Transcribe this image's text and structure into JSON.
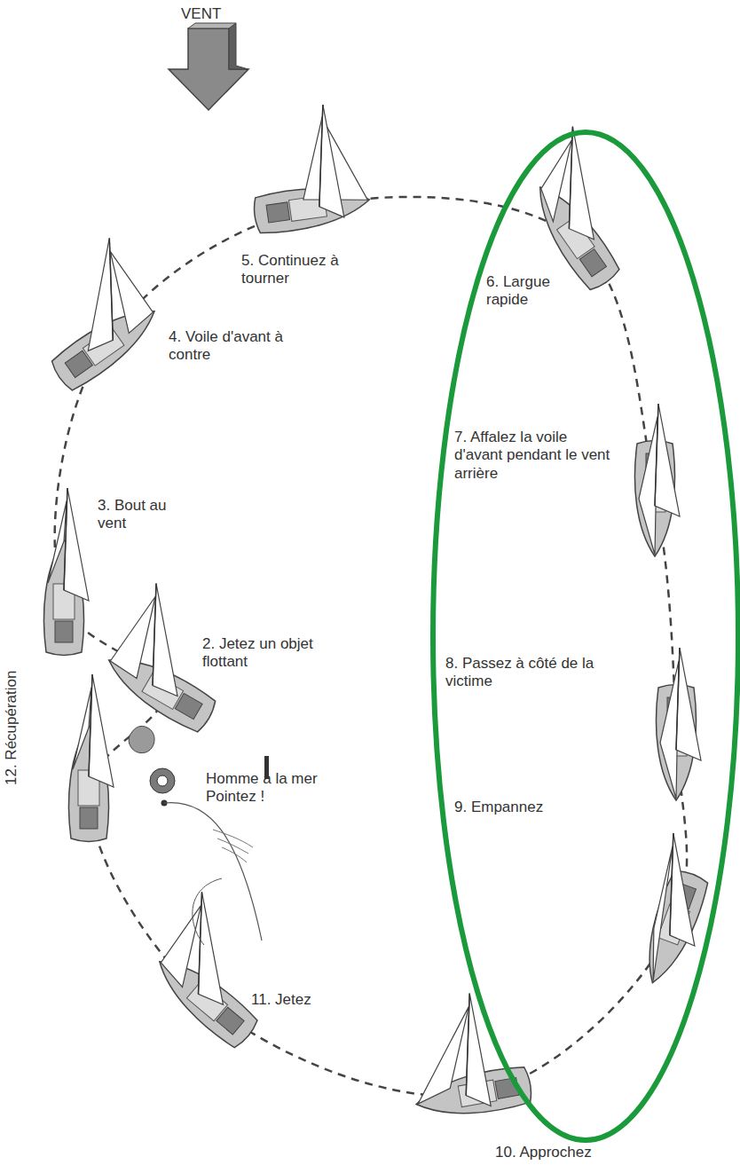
{
  "diagram": {
    "labels": [
      "VENT",
      "5. Continuez à tourner",
      "4. Voile d'avant à contre",
      "3. Bout au vent",
      "2. Jetez un objet flottant",
      "Homme à la mer Pointez !",
      "6. Largue rapide",
      "7. Affalez la voile d'avant pendant le vent arrière",
      "8. Passez à côté de la victime",
      "9. Empannez",
      "10. Approchez",
      "11. Jetez",
      "12. Récupération"
    ]
  }
}
